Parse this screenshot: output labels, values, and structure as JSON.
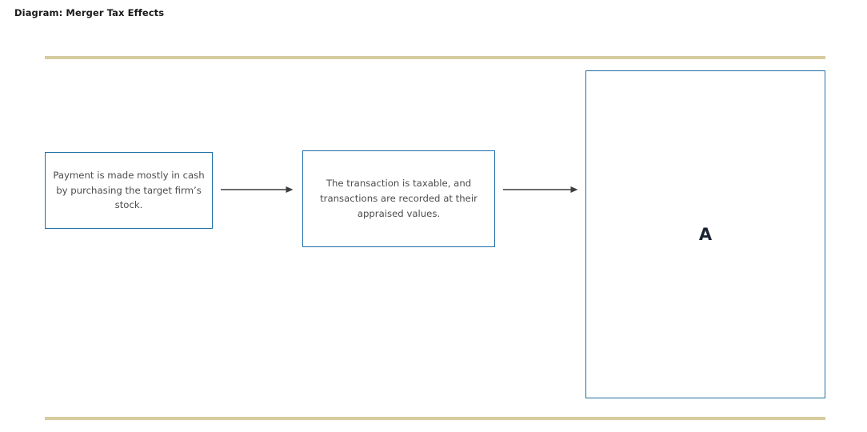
{
  "page": {
    "title": "Diagram: Merger Tax Effects",
    "background_color": "#ffffff"
  },
  "style": {
    "rule_color": "#d6cb9d",
    "box_border_color": "#1f6fa8",
    "box_text_color": "#4c4c4c",
    "arrow_color": "#3d3d3d",
    "answer_letter_color": "#1b2432",
    "title_color": "#1a1a1a"
  },
  "rules": {
    "top_label": "top-divider",
    "bottom_label": "bottom-divider"
  },
  "diagram": {
    "type": "flowchart",
    "orientation": "left-to-right",
    "nodes": [
      {
        "id": "box-payment",
        "label": "Payment is made mostly in cash by purchasing the target firm’s stock.",
        "shape": "rectangle",
        "border_color": "#1f6fa8"
      },
      {
        "id": "box-taxable",
        "label": "The transaction is taxable, and transactions are recorded at their appraised values.",
        "shape": "rectangle",
        "border_color": "#1f6fa8"
      },
      {
        "id": "box-answer",
        "label": "A",
        "shape": "rectangle",
        "border_color": "#1f6fa8"
      }
    ],
    "edges": [
      {
        "id": "arrow-1",
        "from": "box-payment",
        "to": "box-taxable",
        "style": "solid-arrow"
      },
      {
        "id": "arrow-2",
        "from": "box-taxable",
        "to": "box-answer",
        "style": "solid-arrow"
      }
    ]
  }
}
